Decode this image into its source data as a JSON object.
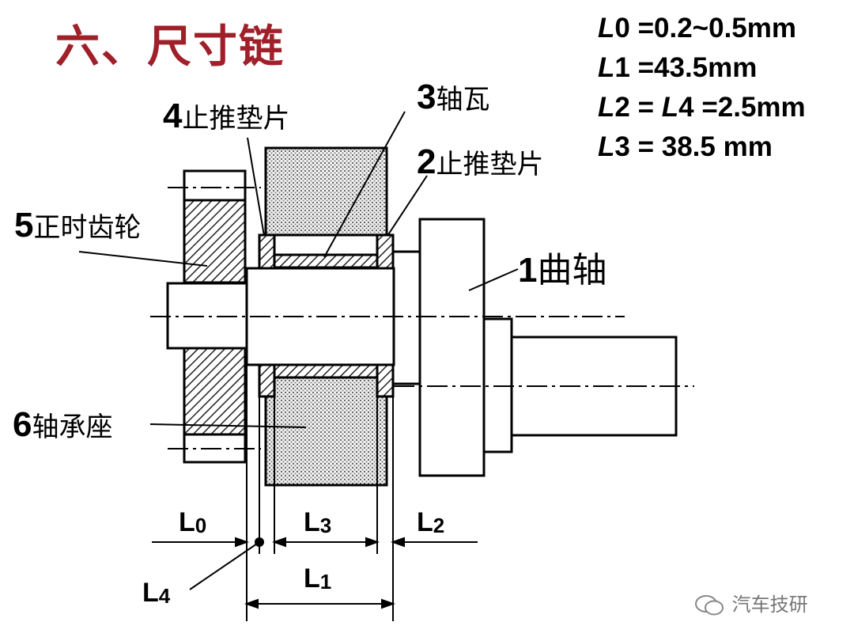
{
  "title": "六、尺寸链",
  "equations": [
    {
      "var": "L",
      "rest": "0 =0.2~0.5mm"
    },
    {
      "var": "L",
      "rest": "1 =43.5mm"
    },
    {
      "var": "L",
      "rest": "2 = ",
      "var2": "L",
      "rest2": "4 =2.5mm"
    },
    {
      "var": "L",
      "rest": "3 = 38.5 mm"
    }
  ],
  "parts": [
    {
      "num": "1",
      "name": "曲轴"
    },
    {
      "num": "2",
      "name": "止推垫片"
    },
    {
      "num": "3",
      "name": "轴瓦"
    },
    {
      "num": "4",
      "name": "止推垫片"
    },
    {
      "num": "5",
      "name": "正时齿轮"
    },
    {
      "num": "6",
      "name": "轴承座"
    }
  ],
  "dimensions": {
    "L0": {
      "main": "L",
      "sub": "0"
    },
    "L1": {
      "main": "L",
      "sub": "1"
    },
    "L2": {
      "main": "L",
      "sub": "2"
    },
    "L3": {
      "main": "L",
      "sub": "3"
    },
    "L4": {
      "main": "L",
      "sub": "4"
    }
  },
  "watermark": "汽车技研"
}
